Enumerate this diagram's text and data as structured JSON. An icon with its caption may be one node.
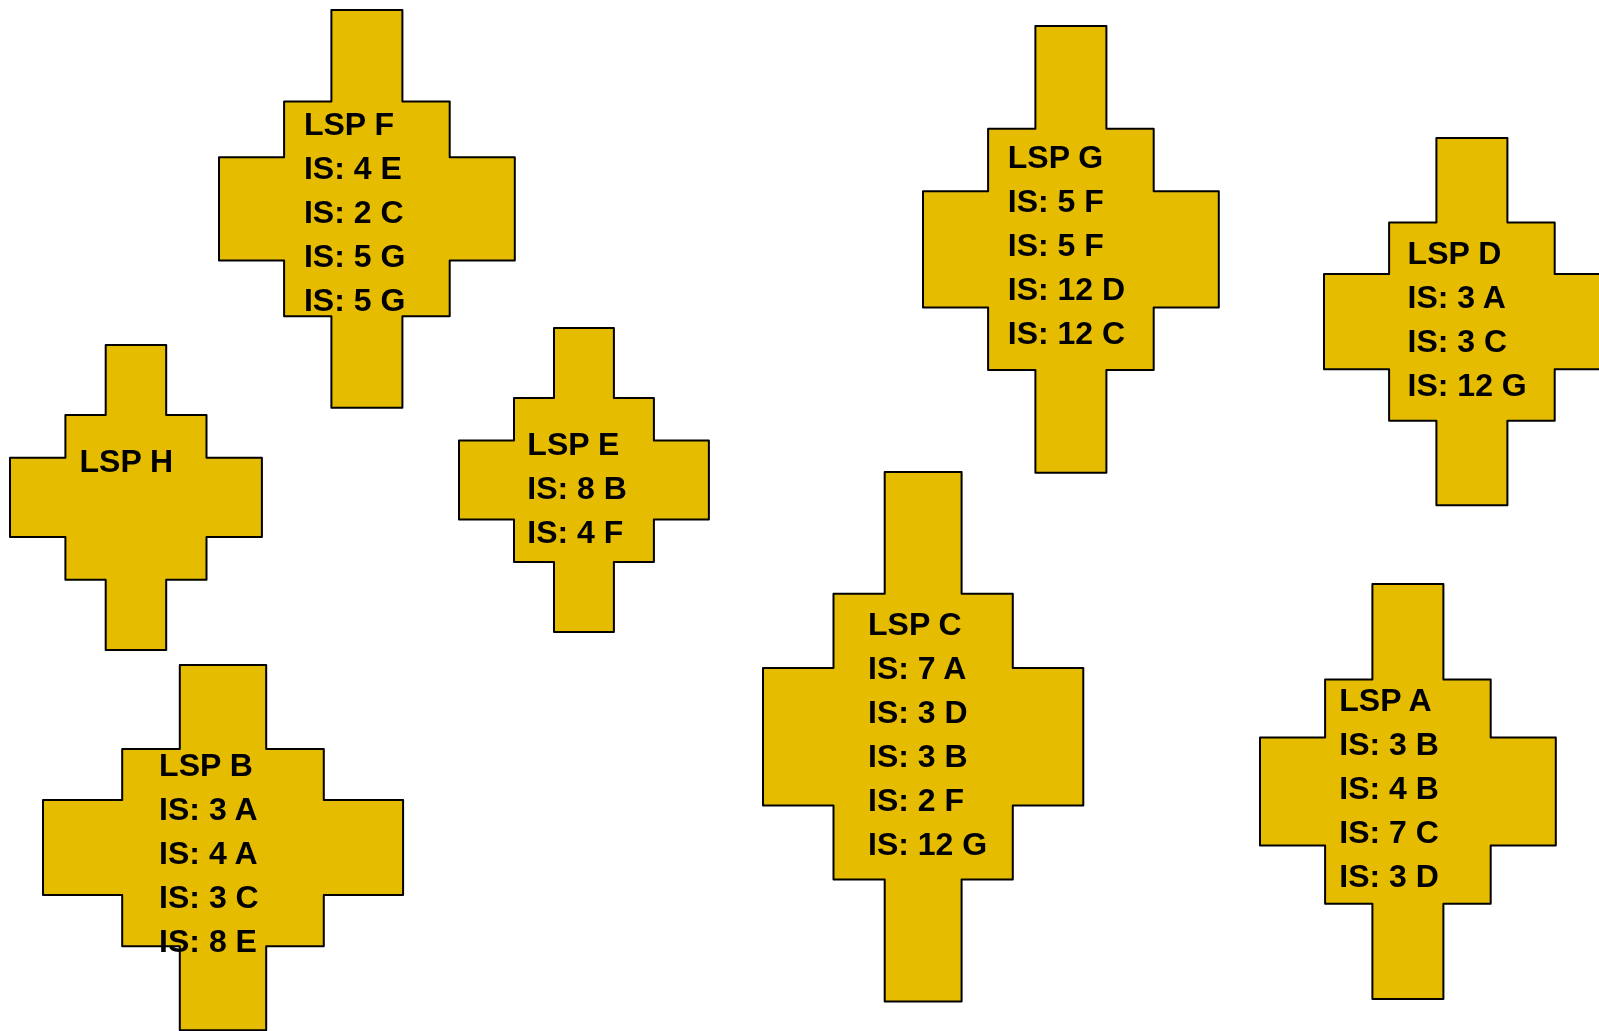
{
  "diagram": {
    "nodes": [
      {
        "text": [
          "LSP F",
          "IS: 4 E",
          "IS: 2 C",
          "IS: 5 G",
          "IS: 5 G"
        ]
      },
      {
        "text": [
          "LSP G",
          "IS: 5 F",
          "IS: 5 F",
          "IS: 12 D",
          "IS: 12 C"
        ]
      },
      {
        "text": [
          "LSP D",
          "IS: 3 A",
          "IS: 3 C",
          "IS: 12 G"
        ]
      },
      {
        "text": [
          "LSP H"
        ]
      },
      {
        "text": [
          "LSP E",
          "IS: 8 B",
          "IS: 4 F"
        ]
      },
      {
        "text": [
          "LSP C",
          "IS: 7 A",
          "IS: 3 D",
          "IS: 3 B",
          "IS: 2 F",
          "IS: 12 G"
        ]
      },
      {
        "text": [
          "LSP A",
          "IS: 3 B",
          "IS: 4 B",
          "IS: 7 C",
          "IS: 3 D"
        ]
      },
      {
        "text": [
          "LSP B",
          "IS: 3 A",
          "IS: 4 A",
          "IS: 3 C",
          "IS: 8 E"
        ]
      }
    ]
  }
}
